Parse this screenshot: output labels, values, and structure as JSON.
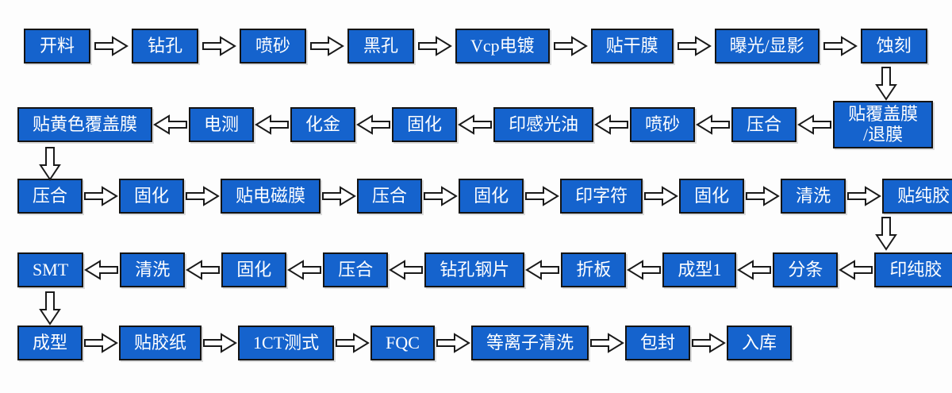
{
  "colors": {
    "box_fill": "#1563cd",
    "box_border": "#141414",
    "box_text": "#ffffff",
    "arrow_fill": "#ffffff",
    "arrow_outline": "#1a1a1a",
    "background": "#fdfdfd"
  },
  "flow": {
    "rows": [
      {
        "arrow_direction": "right",
        "boxes": [
          "开料",
          "钻孔",
          "喷砂",
          "黑孔",
          "Vcp电镀",
          "贴干膜",
          "曝光/显影",
          "蚀刻"
        ]
      },
      {
        "arrow_direction": "left",
        "boxes": [
          "贴黄色覆盖膜",
          "电测",
          "化金",
          "固化",
          "印感光油",
          "喷砂",
          "压合",
          "贴覆盖膜\n/退膜"
        ]
      },
      {
        "arrow_direction": "right",
        "boxes": [
          "压合",
          "固化",
          "贴电磁膜",
          "压合",
          "固化",
          "印字符",
          "固化",
          "清洗",
          "贴纯胶"
        ]
      },
      {
        "arrow_direction": "left",
        "boxes": [
          "SMT",
          "清洗",
          "固化",
          "压合",
          "钻孔钢片",
          "折板",
          "成型1",
          "分条",
          "印纯胶"
        ]
      },
      {
        "arrow_direction": "right",
        "boxes": [
          "成型",
          "贴胶纸",
          "1CT测式",
          "FQC",
          "等离子清洗",
          "包封",
          "入库"
        ]
      }
    ],
    "connectors": [
      {
        "from": "蚀刻",
        "to": "贴覆盖膜/退膜",
        "side": "right"
      },
      {
        "from": "贴黄色覆盖膜",
        "to": "压合",
        "side": "left"
      },
      {
        "from": "贴纯胶",
        "to": "印纯胶",
        "side": "right"
      },
      {
        "from": "SMT",
        "to": "成型",
        "side": "left"
      }
    ]
  }
}
